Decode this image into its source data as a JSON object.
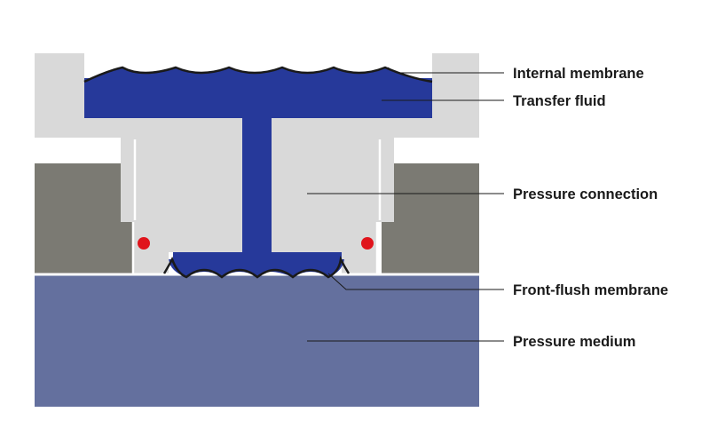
{
  "labels": {
    "internal_membrane": "Internal membrane",
    "transfer_fluid": "Transfer fluid",
    "pressure_connection": "Pressure connection",
    "front_flush_membrane": "Front-flush membrane",
    "pressure_medium": "Pressure medium"
  },
  "colors": {
    "housing_light": "#d9d9d9",
    "housing_dark": "#7b7a73",
    "transfer_fluid": "#26399a",
    "pressure_medium": "#64709e",
    "o_ring": "#e0141c",
    "outline": "#1a1a1a",
    "separator": "#ffffff"
  }
}
